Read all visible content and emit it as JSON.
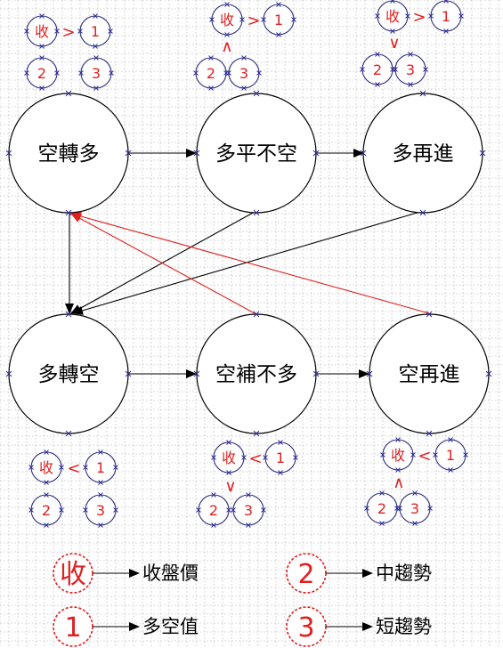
{
  "nodes": {
    "n1": "空轉多",
    "n2": "多平不空",
    "n3": "多再進",
    "n4": "多轉空",
    "n5": "空補不多",
    "n6": "空再進"
  },
  "indicators": {
    "close": "收",
    "one": "1",
    "two": "2",
    "three": "3",
    "gt": ">",
    "lt": "<",
    "up": "∧",
    "down": "∨"
  },
  "legend": {
    "close_symbol": "收",
    "close_label": "收盤價",
    "one_symbol": "1",
    "one_label": "多空值",
    "two_symbol": "2",
    "two_label": "中趨勢",
    "three_symbol": "3",
    "three_label": "短趨勢"
  },
  "colors": {
    "accent": "#e02020",
    "line": "#000000",
    "grid": "#b8b8b8",
    "marker": "#2a2a9a"
  }
}
